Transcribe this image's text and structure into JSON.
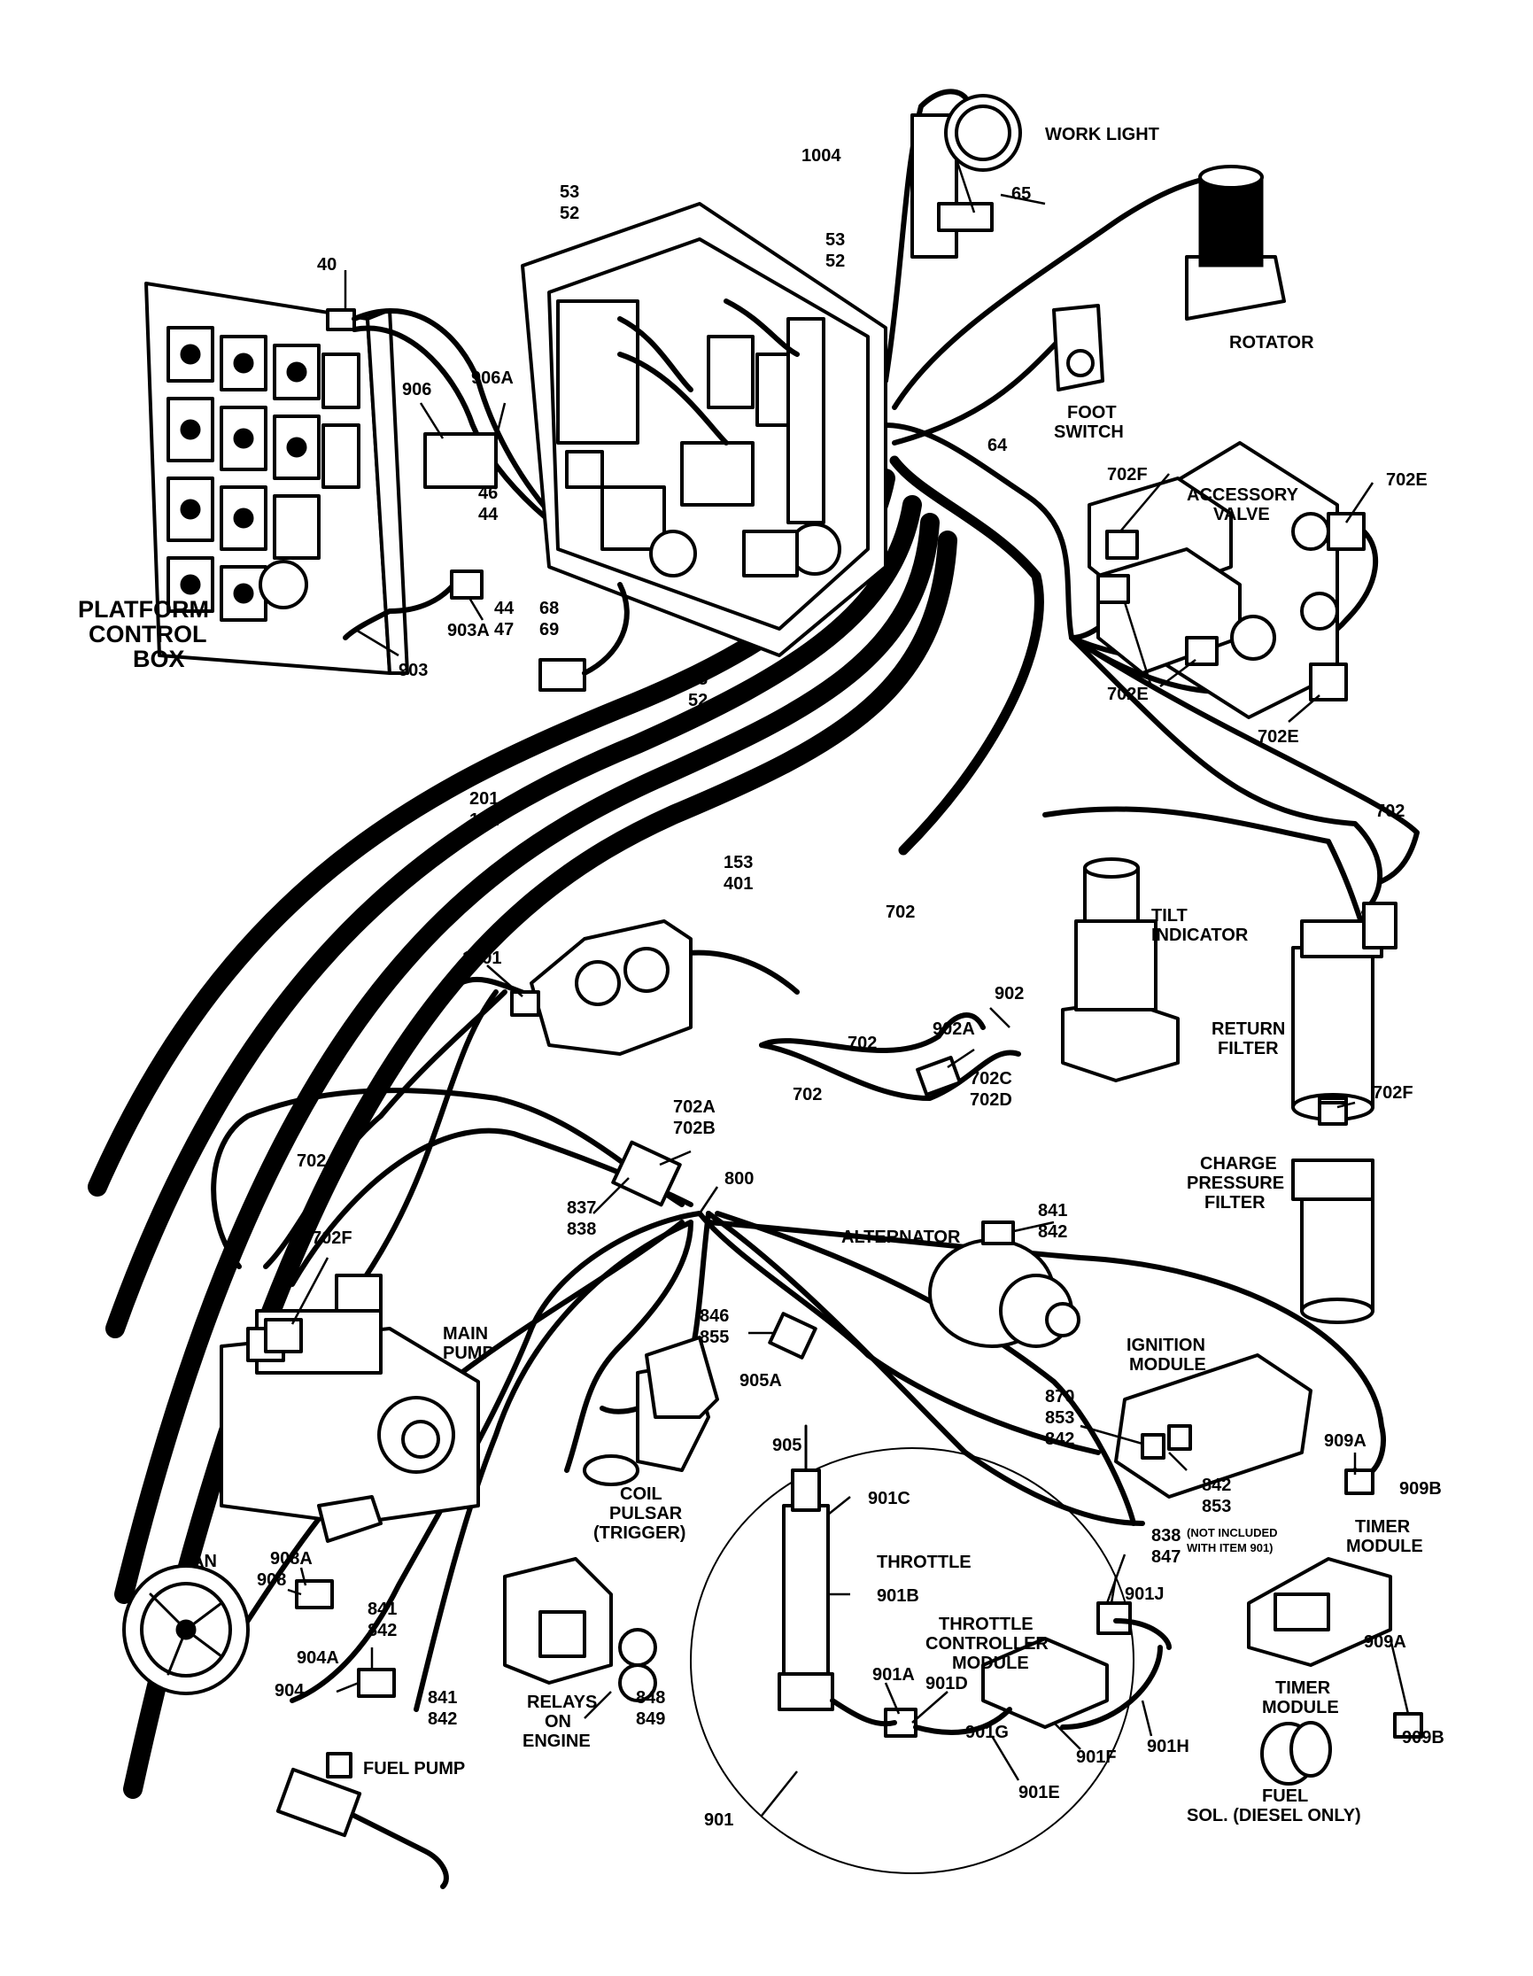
{
  "diagram": {
    "labels": {
      "work_light": "WORK LIGHT",
      "rotator": "ROTATOR",
      "foot_switch_1": "FOOT",
      "foot_switch_2": "SWITCH",
      "accessory_valve_1": "ACCESSORY",
      "accessory_valve_2": "VALVE",
      "platform_control_box_1": "PLATFORM",
      "platform_control_box_2": "CONTROL",
      "platform_control_box_3": "BOX",
      "tilt_indicator_1": "TILT",
      "tilt_indicator_2": "INDICATOR",
      "return_filter_1": "RETURN",
      "return_filter_2": "FILTER",
      "charge_pressure_filter_1": "CHARGE",
      "charge_pressure_filter_2": "PRESSURE",
      "charge_pressure_filter_3": "FILTER",
      "alternator": "ALTERNATOR",
      "main_pump_1": "MAIN",
      "main_pump_2": "PUMP",
      "ignition_module_1": "IGNITION",
      "ignition_module_2": "MODULE",
      "coil_pulsar_1": "COIL",
      "coil_pulsar_2": "PULSAR",
      "coil_pulsar_3": "(TRIGGER)",
      "throttle": "THROTTLE",
      "throttle_controller_1": "THROTTLE",
      "throttle_controller_2": "CONTROLLER",
      "throttle_controller_3": "MODULE",
      "timer_module_top_1": "TIMER",
      "timer_module_top_2": "MODULE",
      "timer_module_bottom_1": "TIMER",
      "timer_module_bottom_2": "MODULE",
      "fuel_sol_1": "FUEL",
      "fuel_sol_2": "SOL. (DIESEL ONLY)",
      "fan": "FAN",
      "fuel_pump": "FUEL PUMP",
      "relays_on_engine_1": "RELAYS",
      "relays_on_engine_2": "ON",
      "relays_on_engine_3": "ENGINE",
      "not_included_1": "(NOT INCLUDED",
      "not_included_2": "WITH ITEM 901)"
    },
    "callouts": {
      "c1004": "1004",
      "c65": "65",
      "c53a": "53",
      "c52a": "52",
      "c53b": "53",
      "c52b": "52",
      "c40": "40",
      "c906": "906",
      "c906a": "906A",
      "c46": "46",
      "c44a": "44",
      "c44b": "44",
      "c47": "47",
      "c903a": "903A",
      "c903": "903",
      "c68": "68",
      "c69": "69",
      "c53c": "53",
      "c52c": "52",
      "c64": "64",
      "c702f_top": "702F",
      "c702e_top": "702E",
      "c702e_mid": "702E",
      "c702e_low": "702E",
      "c201": "201",
      "c151": "151",
      "c153": "153",
      "c401": "401",
      "c702_right": "702",
      "c702_center": "702",
      "c1001": "1001",
      "c902": "902",
      "c902a": "902A",
      "c702_a": "702",
      "c702_b": "702",
      "c702c": "702C",
      "c702d": "702D",
      "c702f_right": "702F",
      "c702_left": "702",
      "c702a": "702A",
      "c702b": "702B",
      "c800": "800",
      "c837": "837",
      "c838a": "838",
      "c841a": "841",
      "c842a": "842",
      "c702f_left": "702F",
      "c846": "846",
      "c855": "855",
      "c905a": "905A",
      "c905": "905",
      "c870": "870",
      "c853a": "853",
      "c842b": "842",
      "c842c": "842",
      "c853b": "853",
      "c909a_top": "909A",
      "c909b_top": "909B",
      "c901c": "901C",
      "c901b": "901B",
      "c838b": "838",
      "c847": "847",
      "c901j": "901J",
      "c908a": "908A",
      "c908": "908",
      "c841b": "841",
      "c842d": "842",
      "c904a": "904A",
      "c904": "904",
      "c841c": "841",
      "c842e": "842",
      "c848": "848",
      "c849": "849",
      "c901a": "901A",
      "c901d": "901D",
      "c901g": "901G",
      "c901h": "901H",
      "c901f": "901F",
      "c901e": "901E",
      "c901": "901",
      "c909a_bot": "909A",
      "c909b_bot": "909B"
    }
  }
}
